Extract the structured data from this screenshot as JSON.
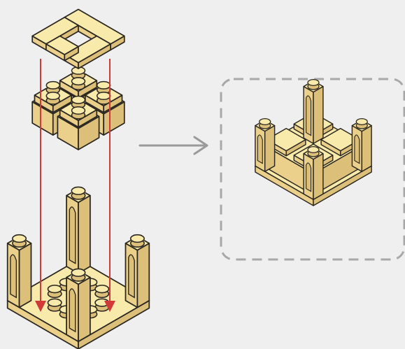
{
  "diagram": {
    "steps": [
      {
        "name": "top-tiles",
        "kind": "4 flat tiles"
      },
      {
        "name": "middle-layer",
        "kind": "4 corner brick blocks with studs"
      },
      {
        "name": "base-layer",
        "kind": "baseplate with 4 arched pillars"
      }
    ],
    "result": {
      "name": "assembled-tower"
    }
  },
  "colors": {
    "brick_top": "#f8eaaa",
    "brick_left": "#ead08a",
    "brick_right": "#dcbf78",
    "outline": "#2a2620",
    "guide_line": "#d23a3a",
    "arrow": "#9a9a9a",
    "frame": "#a8a8a8",
    "background": "#efefef"
  },
  "icons": {
    "flow_arrow": "arrow-right-icon"
  }
}
